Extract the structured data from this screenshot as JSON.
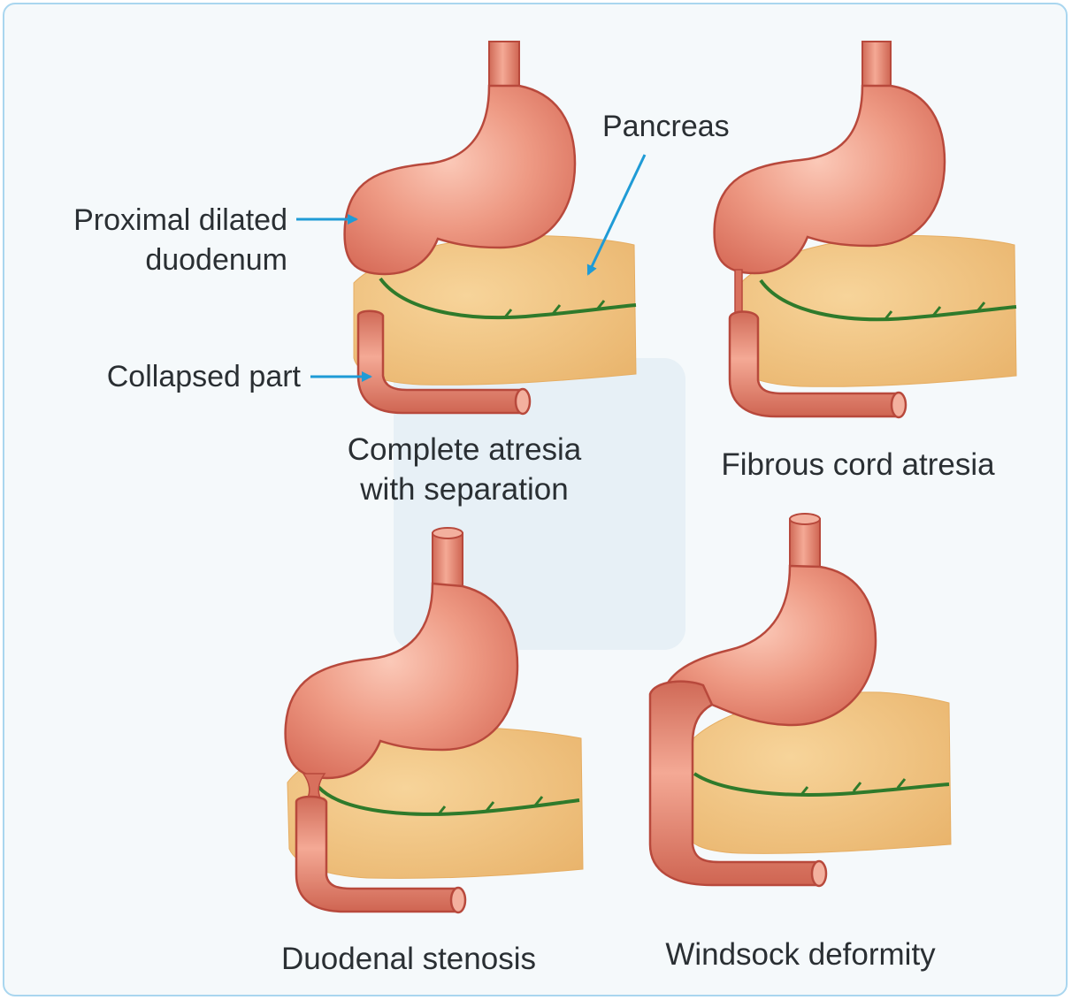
{
  "annotations": {
    "proximal_line1": "Proximal dilated",
    "proximal_line2": "duodenum",
    "collapsed": "Collapsed part",
    "pancreas": "Pancreas"
  },
  "captions": {
    "complete_line1": "Complete atresia",
    "complete_line2": "with separation",
    "fibrous": "Fibrous cord atresia",
    "stenosis": "Duodenal stenosis",
    "windsock": "Windsock deformity"
  },
  "colors": {
    "frame_border": "#a9d6ef",
    "background": "#f5f9fb",
    "stomach": "#e98c78",
    "stomach_outline": "#b8493c",
    "pancreas": "#f0c27e",
    "vessel": "#2f7a2b",
    "arrow": "#1f9bd6"
  }
}
